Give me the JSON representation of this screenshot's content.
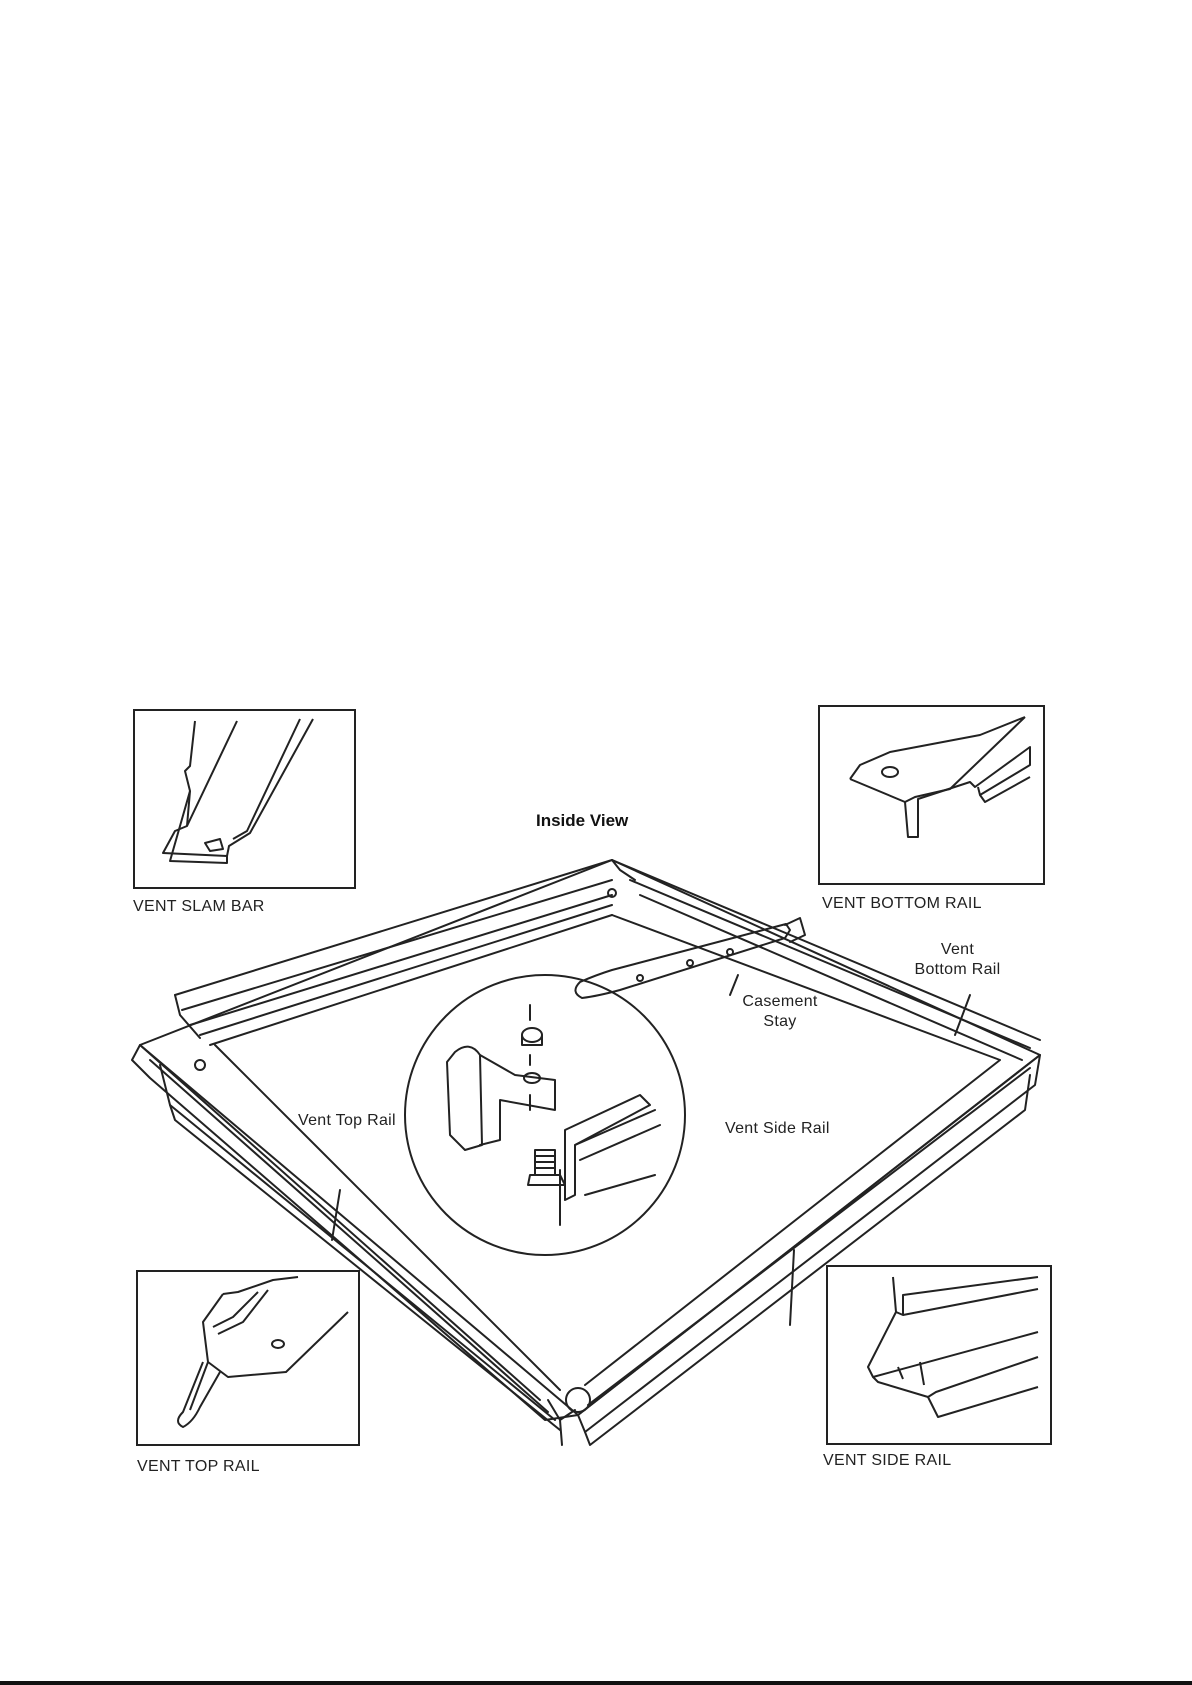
{
  "diagram": {
    "title": "Inside View",
    "callouts": {
      "vent_top_rail": "Vent Top Rail",
      "vent_side_rail": "Vent Side Rail",
      "casement_stay_line1": "Casement",
      "casement_stay_line2": "Stay",
      "vent_bottom_rail_line1": "Vent",
      "vent_bottom_rail_line2": "Bottom Rail"
    },
    "insets": {
      "vent_slam_bar": "VENT SLAM BAR",
      "vent_bottom_rail": "VENT BOTTOM RAIL",
      "vent_top_rail": "VENT TOP RAIL",
      "vent_side_rail": "VENT SIDE RAIL"
    }
  }
}
